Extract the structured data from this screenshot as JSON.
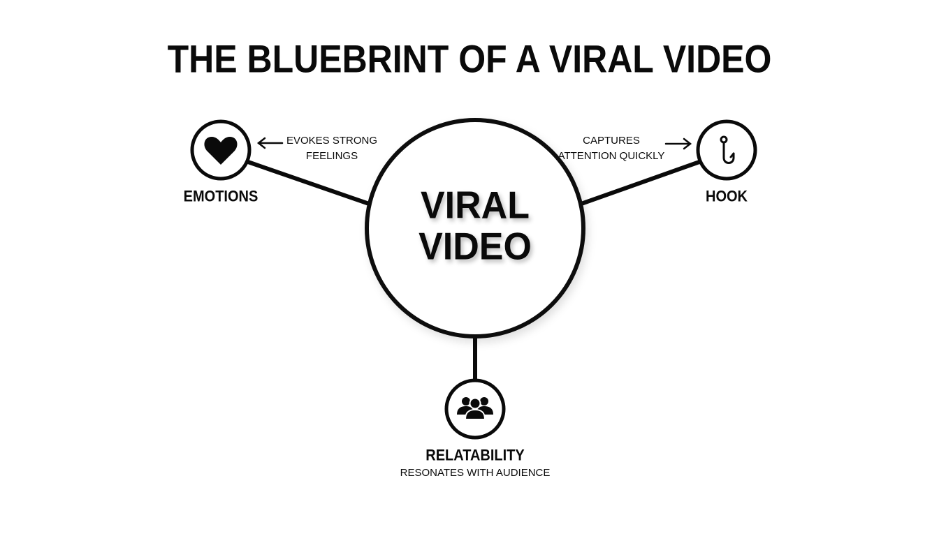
{
  "title": "THE BLUEBRINT OF A VIRAL VIDEO",
  "center": {
    "line1": "VIRAL",
    "line2": "VIDEO"
  },
  "nodes": {
    "emotions": {
      "label": "EMOTIONS",
      "icon": "heart-icon",
      "desc_line1": "EVOKES STRONG",
      "desc_line2": "FEELINGS"
    },
    "hook": {
      "label": "HOOK",
      "icon": "fish-hook-icon",
      "desc_line1": "CAPTURES",
      "desc_line2": "ATTENTION QUICKLY"
    },
    "relatability": {
      "label": "RELATABILITY",
      "icon": "people-group-icon",
      "desc_line1": "RESONATES WITH AUDIENCE"
    }
  },
  "colors": {
    "stroke": "#0a0a0a",
    "background": "#ffffff"
  }
}
